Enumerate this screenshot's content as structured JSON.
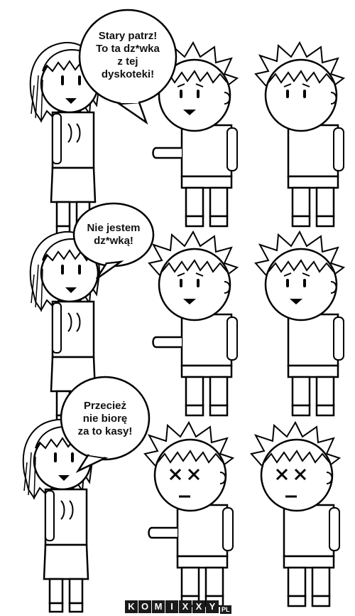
{
  "panels": [
    {
      "speech": "Stary patrz!\nTo ta dz*wka\nz tej\ndyskoteki!"
    },
    {
      "speech": "Nie jestem\ndz*wką!"
    },
    {
      "speech": "Przecież\nnie biorę\nza to kasy!"
    }
  ],
  "watermark": {
    "letters": [
      "K",
      "O",
      "M",
      "I",
      "X",
      "X",
      "Y"
    ],
    "suffix": "PL"
  }
}
